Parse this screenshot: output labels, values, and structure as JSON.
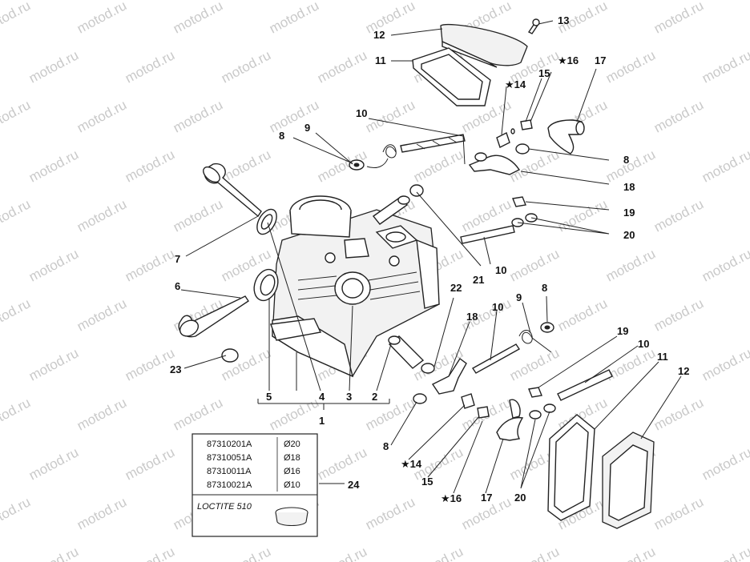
{
  "watermark": "motod.ru",
  "callouts": {
    "c1": "1",
    "c2": "2",
    "c3": "3",
    "c4": "4",
    "c5": "5",
    "c6": "6",
    "c7": "7",
    "c8a": "8",
    "c8b": "8",
    "c8c": "8",
    "c8d": "8",
    "c9a": "9",
    "c9b": "9",
    "c10a": "10",
    "c10b": "10",
    "c10c": "10",
    "c10d": "10",
    "c11a": "11",
    "c11b": "11",
    "c12a": "12",
    "c12b": "12",
    "c13": "13",
    "c14a": "★14",
    "c14b": "★14",
    "c15a": "15",
    "c15b": "15",
    "c16a": "★16",
    "c16b": "★16",
    "c17a": "17",
    "c17b": "17",
    "c18a": "18",
    "c18b": "18",
    "c19a": "19",
    "c19b": "19",
    "c20a": "20",
    "c20b": "20",
    "c21": "21",
    "c22": "22",
    "c23": "23",
    "c24": "24"
  },
  "parts_table": {
    "rows": [
      {
        "code": "87310201A",
        "size": "Ø20"
      },
      {
        "code": "87310051A",
        "size": "Ø18"
      },
      {
        "code": "87310011A",
        "size": "Ø16"
      },
      {
        "code": "87310021A",
        "size": "Ø10"
      }
    ],
    "sealant": "LOCTITE 510"
  }
}
